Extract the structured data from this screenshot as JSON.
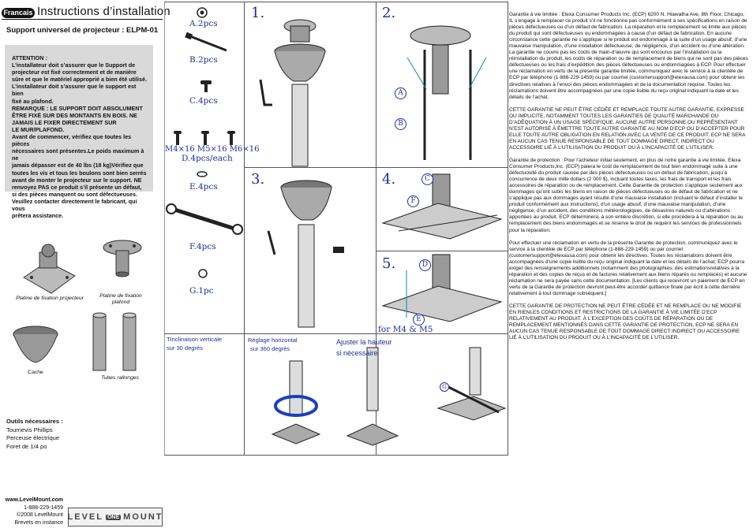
{
  "header": {
    "language_badge": "Francais",
    "title": "Instructions d’installation",
    "subtitle": "Support universel de projecteur : ELPM-01"
  },
  "attention": {
    "lines": [
      "ATTENTION :",
      "L’installateur doit s’assurer que le Support de",
      "projecteur est fixé correctement et de manière",
      "sûre et que le matériel approprié a bien été utilisé.",
      "L’installateur doit s’assurer que le support est bien",
      "fixé au plafond.",
      "REMARQUE : LE SUPPORT DOIT ABSOLUMENT",
      "ÊTRE FIXÉ SUR DES MONTANTS EN BOIS. NE",
      "JAMAIS LE FIXER DIRECTEMENT SUR",
      "LE MUR/PLAFOND.",
      "Avant de commencer, vérifiez que toutes les pièces",
      "nécessaires sont présentes.Le poids maximum à ne",
      "jamais dépasser est de 40 lbs (18 kg)Vérifiez que",
      "toutes les vis et tous les boulons sont bien serrés",
      "avant de monter le projecteur sur le support. NE",
      "renvoyez PAS ce produit s’il présente un défaut,",
      "si des pièces manquent ou sont défectueuses.",
      "Veuillez contacter directement le fabricant, qui vous",
      "prêtera assistance."
    ]
  },
  "parts": {
    "mount_plate": "Platine de fixation projecteur",
    "ceiling_plate_1": "Platine de fixation",
    "ceiling_plate_2": "plafond",
    "cover": "Cache",
    "extension_tubes": "Tubes rallonges"
  },
  "tools": {
    "heading": "Outils nécessaires :",
    "items": [
      "Tournevis Phillips",
      "Perceuse électrique",
      "Foret de 1/4 po"
    ]
  },
  "footer": {
    "url": "www.LevelMount.com",
    "phone": "1-888-229-1459",
    "copyright": "©2008 LevelMount",
    "patent": "Brevets en instance",
    "logo_left": "LEVEL",
    "logo_mid": "ONE",
    "logo_right": "MOUNT"
  },
  "hardware": {
    "a": "A.2pcs",
    "b": "B.2pcs",
    "c": "C.4pcs",
    "d_sizes": "M4×16  M5×16  M6×16",
    "d": "D.4pcs/each",
    "e": "E.4pcs",
    "f": "F.4pcs",
    "g": "G.1pc"
  },
  "steps": {
    "s1": "1.",
    "s2": "2.",
    "s3": "3.",
    "s4": "4.",
    "s5": "5.",
    "letter_a": "A",
    "letter_b": "B",
    "letter_c": "C",
    "letter_d": "D",
    "letter_e": "E",
    "letter_f": "F",
    "letter_g": "G",
    "for_m4_m5": "for M4 & M5",
    "tilt_1": "TInclinaison verticale",
    "tilt_2": "sur 30 degrés",
    "swivel_1": "Réglage horizontal",
    "swivel_2": "sur 360 degrés",
    "height_1": "Ajuster la hauteur",
    "height_2": "si nécessaire"
  },
  "warranty": {
    "limited": "Garantie à vie limitée : Elexa Consumer Products Inc. (ECP) 6200 N. Hiawatha Ave, 8th Floor, Chicago, IL s’engage à remplacer ce produit s’il ne fonctionne pas conformément à ses spécifications en raison de pièces défectueuses ou d’un défaut de fabrication. La réparation et le remplacement se limite aux pièces du produit qui sont défectueuses ou endommagées à cause d’un défaut de fabrication. En aucune circonstance cette garantie ne s’applique si le produit est endommagé à la suite d’un usage abusif, d’une mauvaise manipulation, d’une installation défectueuse, de négligence, d’un accident ou d’une altération. La garantie ne couvre pas les coûts de main-d’œuvre qui sont encourus par l’installation ou la réinstallation du produit, les coûts de réparation ou de remplacement de biens qui ne sont pas des pièces défectueuses ou les frais d’expédition des pièces défectueuses ou endommagées à ECP. Pour effectuer une réclamation en vertu de la présente garantie limitée, communiquez avec le service à la clientèle de ECP par téléphone (1-888-229-1459) ou par courriel (customersupport@elexausa.com) pour obtenir les directives relatives à l’envoi des pièces endommagées et de la documentation requise. Toutes les réclamations doivent être accompagnées par une copie lisible du reçu original indiquant la date et les détails de l’achat.",
    "limited_caps": "CETTE GARANTIE NE PEUT ÊTRE CÉDÉE ET REMPLACE TOUTE AUTRE GARANTIE, EXPRESSE OU IMPLICITE, NOTAMMENT TOUTES LES GARANTIES DE QUALITÉ MARCHANDE OU D’ADÉQUATION À UN USAGE SPÉCIFIQUE. AUCUNE AUTRE PERSONNE OU REPRÉSENTANT N’EST AUTORISÉ À ÉMETTRE TOUTE AUTRE GARANTIE AU NOM D’ECP OU D’ACCEPTER POUR ELLE TOUTE AUTRE OBLIGATION EN RELATION AVEC LA VENTE DE CE PRODUIT. ECP NE SERA EN AUCUN CAS TENUE RESPONSABLE DE TOUT DOMMAGE DIRECT, INDIRECT OU ACCESSOIRE LIÉ À L’UTILISATION DU PRODUIT OU À L’INCAPACITÉ DE L’UTILISER.",
    "protection": "Garantie de protection : Pour l’acheteur initial seulement, en plus de notre garantie à vie limitée, Elexa Consumer Products,Inc. (ECP) paiera le coût de remplacement de tout bien endommagé suite à une défectuosité du produit causée par des pièces défectueuses ou un défaut de fabrication, jusqu’à concurrence de deux mille dollars (2 000 $), incluant toutes taxes, les frais de transport et les frais accessoires de réparation ou de remplacement. Cette Garantie de protection s’applique seulement aux dommages qu’ont subis les biens en raison de pièces défectueuses ou de défaut de fabrication et ne s’applique pas aux dommages ayant résulté d’une mauvaise installation (incluant le défaut d’installer le produit conformément aux instructions), d’un usage abusif, d’une mauvaise manipulation, d’une négligence, d’un accident, des conditions météorologiques, de désastres naturels ou d’altérations apportées au produit. ECP déterminera, à son entière discrétion, si elle procèdera à la réparation ou au remplacement des biens endommagés et se réserve le droit de requérir les services de professionnels pour la réparation.",
    "claim": "Pour effectuer une réclamation en vertu de la présente Garantie de protection, communiquez avec le service à la clientèle de ECP par téléphone (1-888-229-1459) ou par courriel (customersupport@elexausa.com) pour obtenir les directives. Toutes les réclamations doivent être accompagnées d’une copie lisible du reçu original indiquant la date et les détails de l’achat; ECP pourra exiger des renseignements additionnels (notamment des photographies, des estimationsrelatives à la réparation et des copies de reçus et de factures relativement aux biens réparés ou remplacés) et aucune réclamation ne sera payée sans cette documentation. [Les clients qui recevront un paiement de ECP en vertu de la Garantie de protection devront peut-être accorder quittance finale par écrit à cette dernière relativement à tout dommage subséquent.]",
    "protection_caps": "CETTE GARANTIE DE PROTECTION NE PEUT ÊTRE CÉDÉE ET NE REMPLACE OU NE MODIFIE EN RIENLES CONDITIONS ET RESTRICTIONS DE LA GARANTIE À VIE LIMITÉE D’ECP RELATIVEMENT AU PRODUIT. À L’EXCEPTION DES COÛTS DE RÉPARATION OU DE REMPLACEMENT MENTIONNÉS DANS CETTE GARANTIE DE PROTECTION, ECP NE SERA EN AUCUN CAS TENUE RESPONSABLE DE TOUT DOMMAGE DIRECT INDIRECT OU ACCESSOIRE LIÉ À L’UTILISATION DU PRODUIT OU À L’INCAPACITÉ DE L’UTILISER."
  }
}
